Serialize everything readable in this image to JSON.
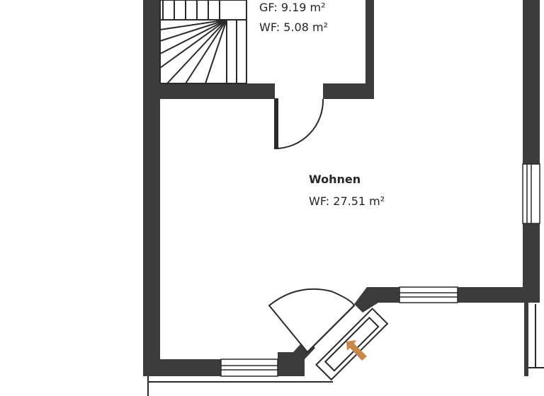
{
  "plan": {
    "rooms": [
      {
        "id": "staircase",
        "name": "",
        "areas": [
          "GF: 9.19 m²",
          "WF: 5.08 m²"
        ]
      },
      {
        "id": "wohnen",
        "name": "Wohnen",
        "areas": [
          "WF: 27.51 m²"
        ]
      }
    ]
  },
  "colors": {
    "wall": "#3b3b3b",
    "line": "#2a2a2a",
    "window": "#ffffff",
    "entrance_arrow": "#c8884a",
    "background": "#ffffff"
  },
  "icons": {
    "entrance": "entrance-arrow-icon"
  }
}
